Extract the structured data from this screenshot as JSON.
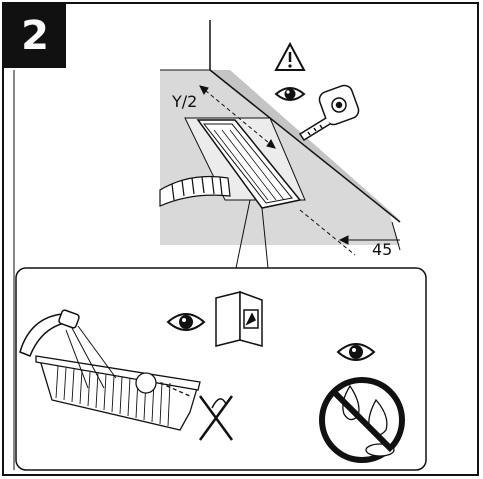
{
  "step": {
    "number": "2"
  },
  "dimensions": {
    "half_width_label": "Y/2",
    "edge_distance_label": "45"
  },
  "colors": {
    "stroke": "#111111",
    "surface": "#d9d9d9",
    "surface_dark": "#c4c4c4",
    "paper": "#ffffff"
  },
  "icons": [
    "warning-triangle-icon",
    "eye-icon",
    "tape-measure-icon",
    "read-manual-icon",
    "no-water-icon",
    "no-open-flame-icon"
  ]
}
